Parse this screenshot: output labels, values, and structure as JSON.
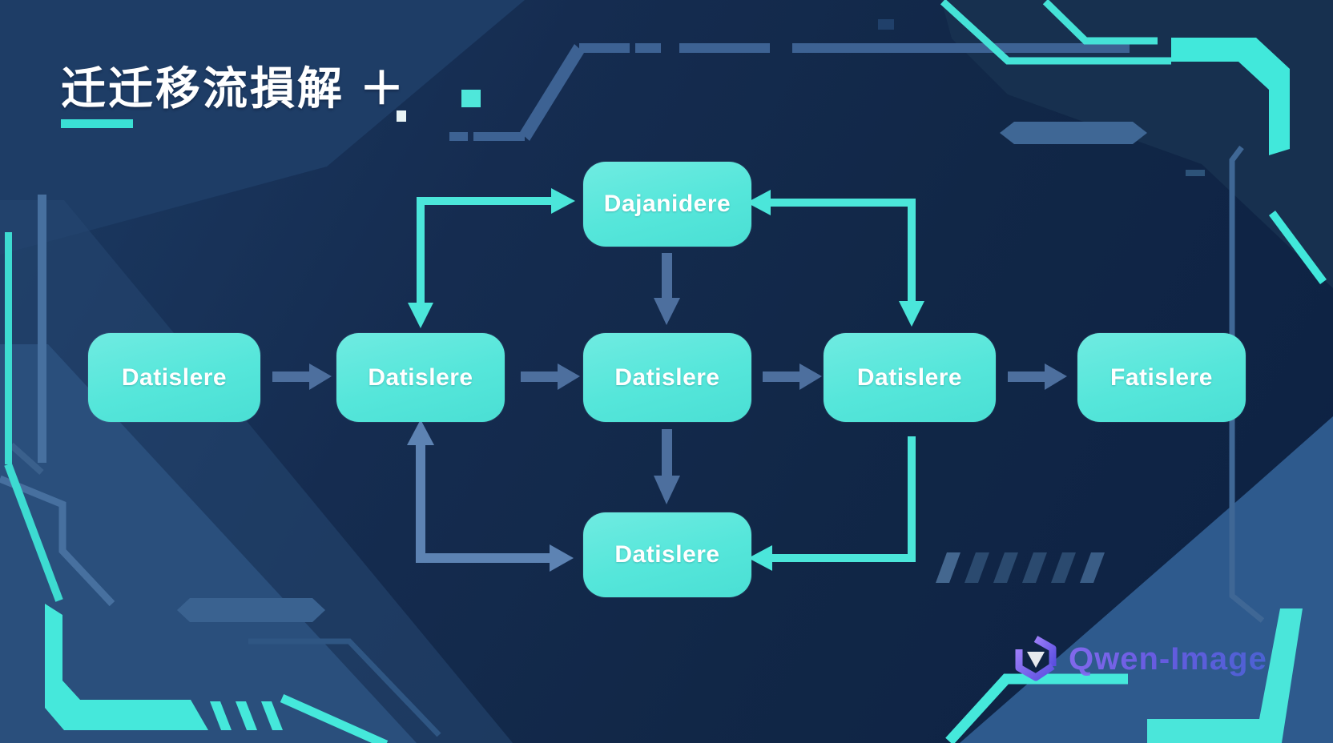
{
  "title": {
    "text": "迁迁移流損解 ＋",
    "underline_color": "#3ae0d5"
  },
  "diagram": {
    "top_box": {
      "label": "Dajanidere"
    },
    "middle_row": [
      {
        "label": "Datislere"
      },
      {
        "label": "Datislere"
      },
      {
        "label": "Datislere"
      },
      {
        "label": "Datislere"
      },
      {
        "label": "Fatislere"
      }
    ],
    "bottom_box": {
      "label": "Datislere"
    },
    "connections": [
      "cyan-elbow: up-left loop into top-box (right arrow) and down into middle-box-2 (down arrow)",
      "cyan-elbow: from right side into top-box (left arrow) and down into middle-box-4 (down arrow)",
      "cyan-elbow: from middle-box-4 down then left into bottom-box (left arrow)",
      "steel-elbow: up into middle-box-2 (up arrow) and right into bottom-box (right arrow)",
      "steel-arrow: middle-box-1 -> middle-box-2",
      "steel-arrow: middle-box-2 -> middle-box-3",
      "steel-arrow: middle-box-3 -> middle-box-4",
      "steel-arrow: middle-box-4 -> middle-box-5",
      "steel-arrow: top-box -> middle-box-3 (down)",
      "steel-arrow: middle-box-3 -> bottom-box (down)"
    ]
  },
  "watermark": {
    "brand": "Qwen-Image"
  },
  "colors": {
    "background": "#132a4d",
    "node_fill": "#56e6da",
    "node_text": "#ffffff",
    "cyan_accent": "#4be6da",
    "steel_arrow": "#4d6f9e",
    "light_steel_arrow": "#5d83b3",
    "circuit_trace": "#3d6293",
    "watermark_purple": "#7a5cf0"
  }
}
